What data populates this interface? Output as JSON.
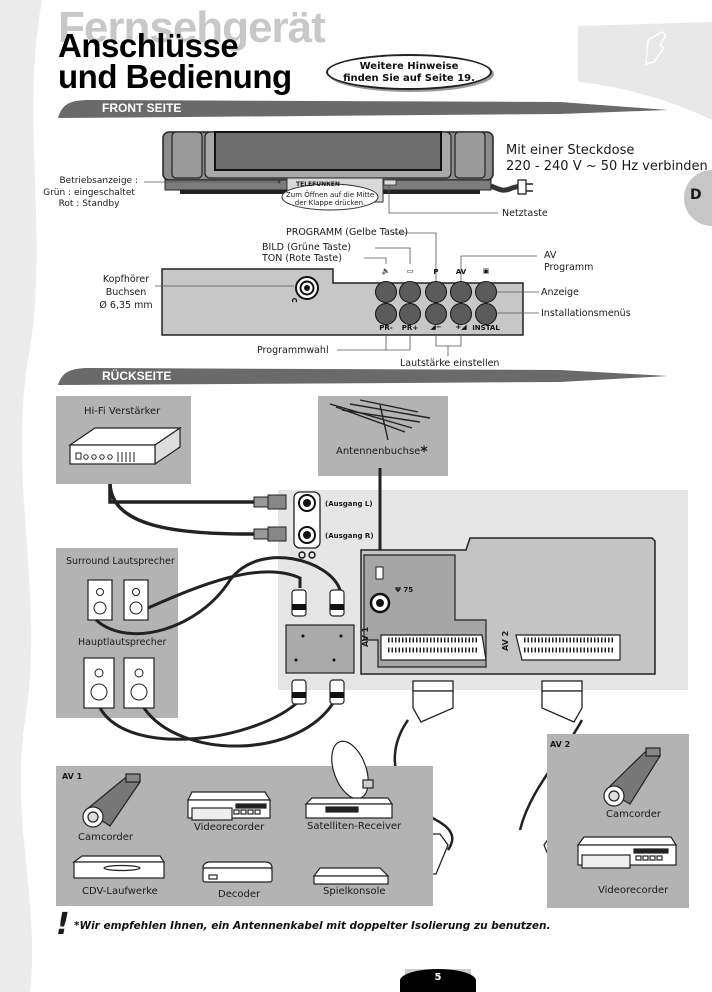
{
  "page": {
    "ghost_title": "Fernsehgerät",
    "title_line1": "Anschlüsse",
    "title_line2": "und Bedienung",
    "note_line1": "Weitere Hinweise",
    "note_line2": "finden Sie auf Seite 19.",
    "language_tab": "D",
    "page_number": "5",
    "footnote_mark": "!",
    "footnote": "*Wir empfehlen Ihnen, ein Antennenkabel mit doppelter Isolierung zu benutzen."
  },
  "front": {
    "section_label": "FRONT SEITE",
    "brand": "TELEFUNKEN",
    "power_line1": "Mit einer Steckdose",
    "power_line2": "220 - 240 V ~ 50 Hz verbinden",
    "indicator_line1": "Betriebsanzeige :",
    "indicator_line2": "Grün : eingeschaltet",
    "indicator_line3": "Rot : Standby",
    "flap_line1": "Zum Öffnen auf die Mitte",
    "flap_line2": "der Klappe drücken.",
    "power_switch": "Netztaste",
    "programm_label": "PROGRAMM  (Gelbe Taste)",
    "bild_label": "BILD (Grüne Taste)",
    "ton_label": "TON (Rote Taste)",
    "headphone_line1": "Kopfhörer",
    "headphone_line2": "Buchsen",
    "headphone_line3": "Ø 6,35 mm",
    "av_line1": "AV",
    "av_line2": "Programm",
    "anzeige": "Anzeige",
    "installationsmenus": "Installationsmenüs",
    "programmwahl": "Programmwahl",
    "lautstaerke": "Lautstärke einstellen",
    "buttons_top": [
      "🔈",
      "▭",
      "P",
      "AV",
      "▣"
    ],
    "buttons_bottom": [
      "PR-",
      "PR+",
      "◢−",
      "+◢",
      "INSTAL"
    ]
  },
  "back": {
    "section_label": "RÜCKSEITE",
    "hifi": "Hi-Fi Verstärker",
    "antenna": "Antennenbuchse",
    "antenna_mark": "*",
    "out_l": "(Ausgang L)",
    "out_r": "(Ausgang R)",
    "surround": "Surround Lautsprecher",
    "main_speakers": "Hauptlautsprecher",
    "antenna_jack": "Ψ 75",
    "av1": "AV 1",
    "av2": "AV 2"
  },
  "av1_devices": {
    "label": "AV 1",
    "items": [
      "Camcorder",
      "Videorecorder",
      "Satelliten-Receiver",
      "CDV-Laufwerke",
      "Decoder",
      "Spielkonsole"
    ]
  },
  "av2_devices": {
    "label": "AV 2",
    "items": [
      "Camcorder",
      "Videorecorder"
    ]
  }
}
